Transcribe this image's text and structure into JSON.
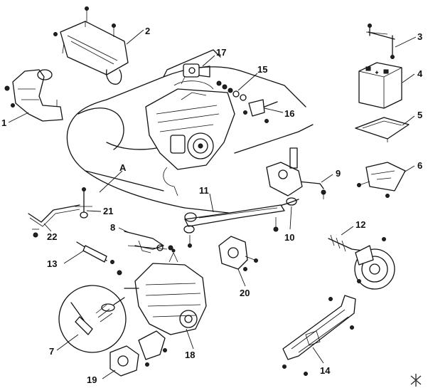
{
  "callouts": {
    "c1": "1",
    "c2": "2",
    "c3": "3",
    "c4": "4",
    "c5": "5",
    "c6": "6",
    "c7": "7",
    "c8": "8",
    "c9": "9",
    "c10": "10",
    "c11": "11",
    "c12": "12",
    "c13": "13",
    "c14": "14",
    "c15": "15",
    "c16": "16",
    "c17": "17",
    "c18": "18",
    "c19": "19",
    "c20": "20",
    "c21": "21",
    "c22": "22",
    "cA": "A"
  }
}
